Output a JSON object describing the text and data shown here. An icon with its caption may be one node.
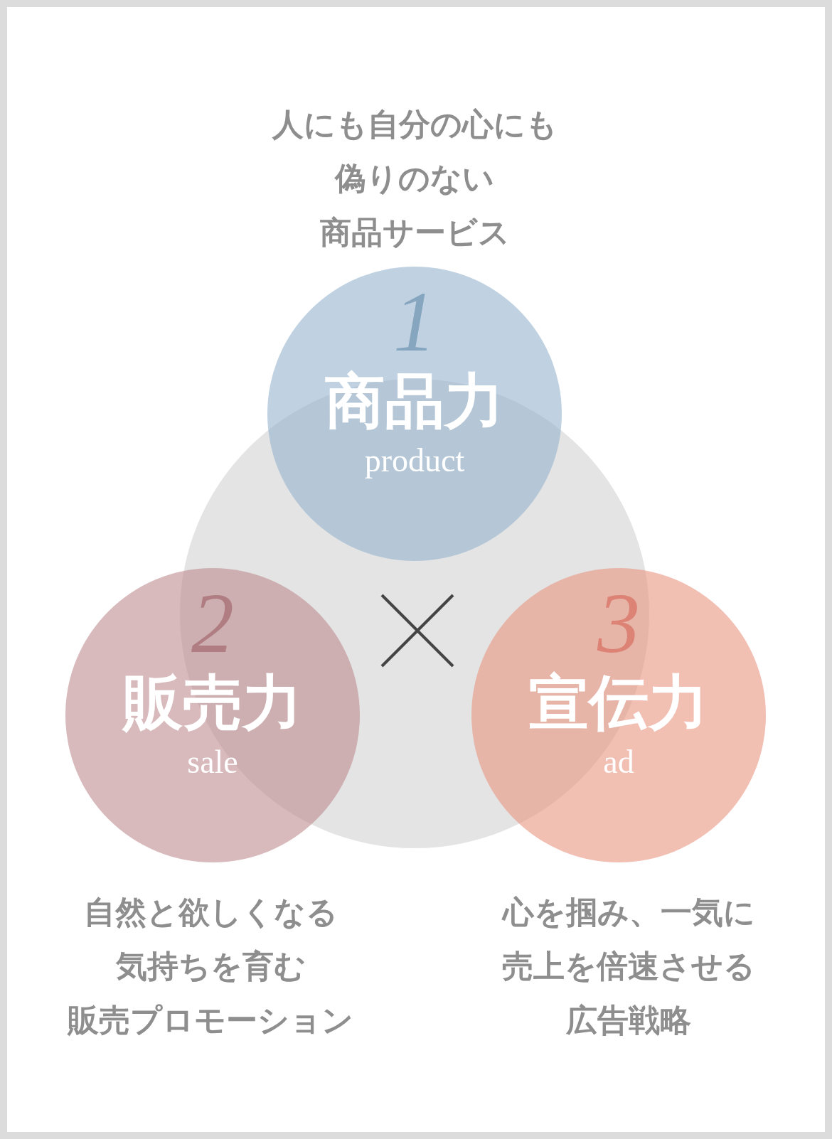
{
  "diagram": {
    "nodes": [
      {
        "text": [],
        "shape": "circle"
      },
      {
        "text": [
          "1",
          "商品力",
          "product"
        ],
        "beside": [
          "人にも自分の心にも偽りのない商品サービス"
        ]
      },
      {
        "text": [
          "2",
          "販売力",
          "sale"
        ],
        "beside": [
          "自然と欲しくなる気持ちを育む販売プロモーション"
        ]
      },
      {
        "text": [
          "3",
          "宣伝力",
          "ad"
        ],
        "beside": [
          "心を掴み、一気に売上を倍速させる広告戦略"
        ]
      }
    ],
    "edges": []
  }
}
